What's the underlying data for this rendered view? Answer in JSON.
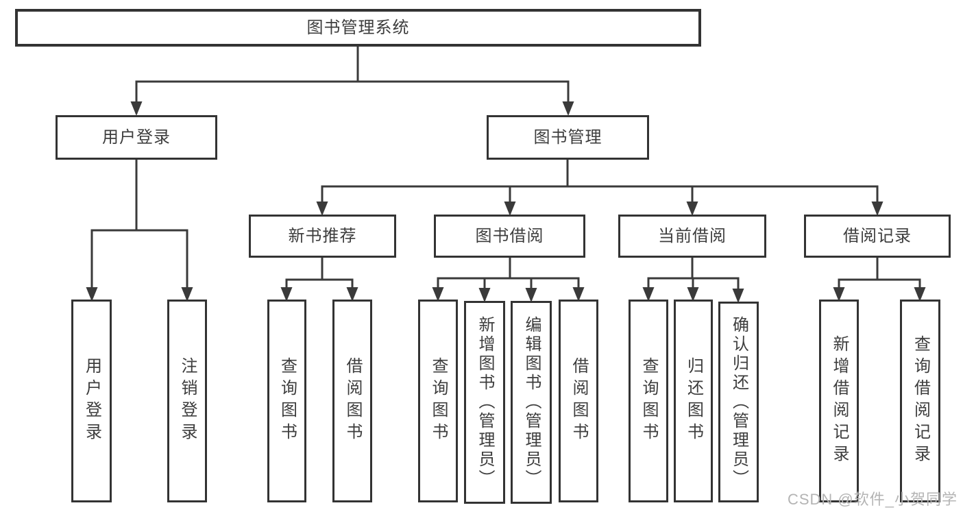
{
  "colors": {
    "line": "#3a3a3a",
    "box_border": "#333333",
    "box_fill": "#ffffff",
    "text": "#3d3d3d",
    "background": "#ffffff",
    "watermark": "#b4b4b4"
  },
  "watermark": {
    "text": "CSDN @软件_小贺同学"
  },
  "tree": {
    "label": "图书管理系统",
    "children": [
      {
        "label": "用户登录",
        "children": [
          {
            "label": "用户登录"
          },
          {
            "label": "注销登录"
          }
        ]
      },
      {
        "label": "图书管理",
        "children": [
          {
            "label": "新书推荐",
            "children": [
              {
                "label": "查询图书"
              },
              {
                "label": "借阅图书"
              }
            ]
          },
          {
            "label": "图书借阅",
            "children": [
              {
                "label": "查询图书"
              },
              {
                "label": "新增图书（管理员）"
              },
              {
                "label": "编辑图书（管理员）"
              },
              {
                "label": "借阅图书"
              }
            ]
          },
          {
            "label": "当前借阅",
            "children": [
              {
                "label": "查询图书"
              },
              {
                "label": "归还图书"
              },
              {
                "label": "确认归还（管理员）"
              }
            ]
          },
          {
            "label": "借阅记录",
            "children": [
              {
                "label": "新增借阅记录"
              },
              {
                "label": "查询借阅记录"
              }
            ]
          }
        ]
      }
    ]
  }
}
